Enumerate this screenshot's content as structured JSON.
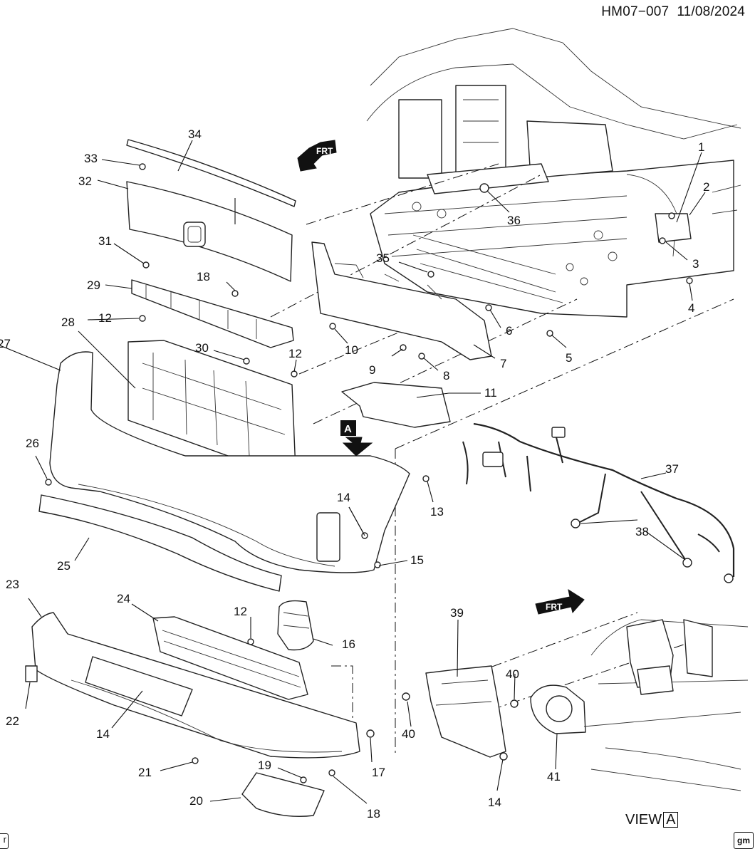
{
  "header": {
    "doc_id": "HM07−007",
    "date": "11/08/2024"
  },
  "orientation_labels": {
    "upper": "FRT",
    "lower": "FRT"
  },
  "view_marker": {
    "letter": "A"
  },
  "view_caption": {
    "text": "VIEW",
    "letter": "A"
  },
  "corner_marks": {
    "left": "r",
    "right": "gm"
  },
  "callouts": [
    "1",
    "2",
    "3",
    "4",
    "5",
    "6",
    "7",
    "8",
    "9",
    "10",
    "11",
    "12",
    "12",
    "12",
    "13",
    "14",
    "14",
    "14",
    "14",
    "15",
    "16",
    "17",
    "18",
    "18",
    "19",
    "20",
    "21",
    "22",
    "23",
    "24",
    "25",
    "26",
    "27",
    "28",
    "29",
    "30",
    "31",
    "32",
    "33",
    "34",
    "35",
    "36",
    "37",
    "38",
    "39",
    "40",
    "40",
    "41"
  ]
}
